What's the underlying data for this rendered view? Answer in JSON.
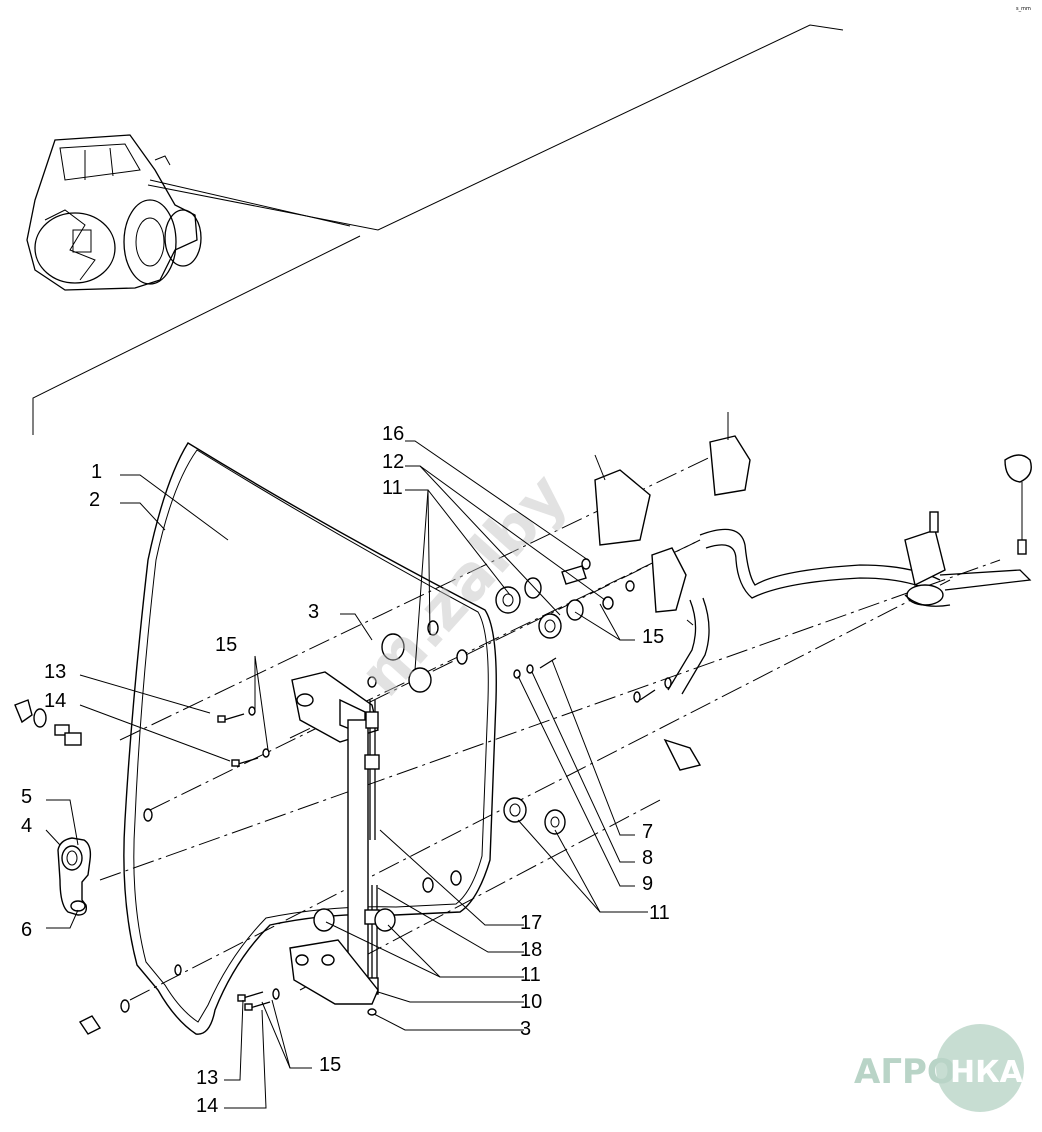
{
  "corner_code": "s_mm",
  "watermark": "m.zalby",
  "logo": {
    "left": "АГРО",
    "right": "НКА"
  },
  "labels": {
    "p1": "1",
    "p2": "2",
    "p3a": "3",
    "p3b": "3",
    "p4": "4",
    "p5": "5",
    "p6": "6",
    "p7": "7",
    "p8": "8",
    "p9": "9",
    "p10": "10",
    "p11a": "11",
    "p11b": "11",
    "p11c": "11",
    "p12": "12",
    "p13a": "13",
    "p13b": "13",
    "p14a": "14",
    "p14b": "14",
    "p15a": "15",
    "p15b": "15",
    "p15c": "15",
    "p16": "16",
    "p17": "17",
    "p18": "18"
  },
  "icons": [
    "tractor-icon",
    "logo-badge-icon"
  ]
}
